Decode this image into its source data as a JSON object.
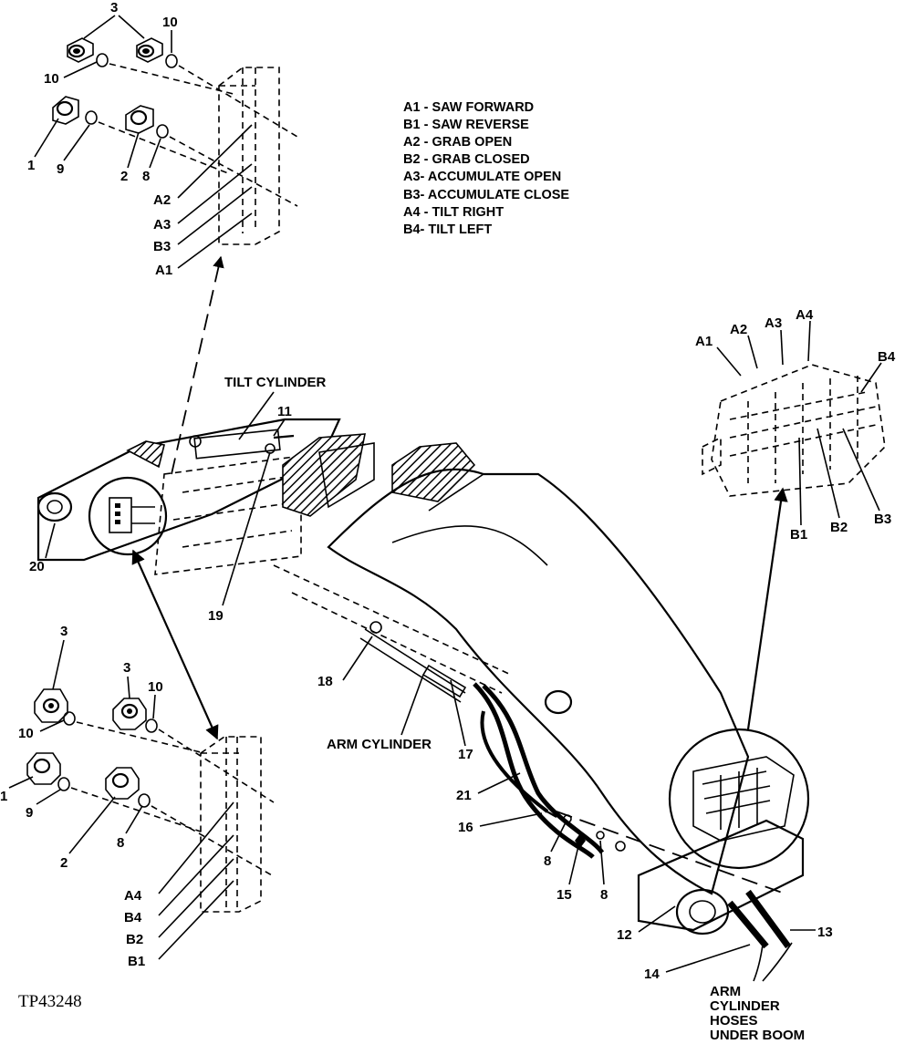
{
  "legend": [
    {
      "code": "A1",
      "text": "SAW FORWARD"
    },
    {
      "code": "B1",
      "text": "SAW REVERSE"
    },
    {
      "code": "A2",
      "text": "GRAB OPEN"
    },
    {
      "code": "B2",
      "text": "GRAB CLOSED"
    },
    {
      "code": "A3",
      "text": "ACCUMULATE OPEN"
    },
    {
      "code": "B3",
      "text": "ACCUMULATE CLOSE"
    },
    {
      "code": "A4",
      "text": "TILT RIGHT"
    },
    {
      "code": "B4",
      "text": "TILT LEFT"
    }
  ],
  "labels": {
    "tilt_cylinder": "TILT CYLINDER",
    "arm_cylinder": "ARM CYLINDER",
    "hoses_1": "ARM",
    "hoses_2": "CYLINDER",
    "hoses_3": "HOSES",
    "hoses_4": "UNDER BOOM",
    "figure_id": "TP43248"
  },
  "top_block_ports": [
    "A2",
    "A3",
    "B3",
    "A1"
  ],
  "bottom_block_ports": [
    "A4",
    "B4",
    "B2",
    "B1"
  ],
  "valve_top_ports": [
    "A1",
    "A2",
    "A3",
    "A4",
    "B4"
  ],
  "valve_bottom_ports": [
    "B1",
    "B2",
    "B3"
  ],
  "callouts": {
    "c1": "1",
    "c2": "2",
    "c3": "3",
    "c8": "8",
    "c9": "9",
    "c10": "10",
    "c11": "11",
    "c12": "12",
    "c13": "13",
    "c14": "14",
    "c15": "15",
    "c16": "16",
    "c17": "17",
    "c18": "18",
    "c19": "19",
    "c20": "20",
    "c21": "21"
  }
}
